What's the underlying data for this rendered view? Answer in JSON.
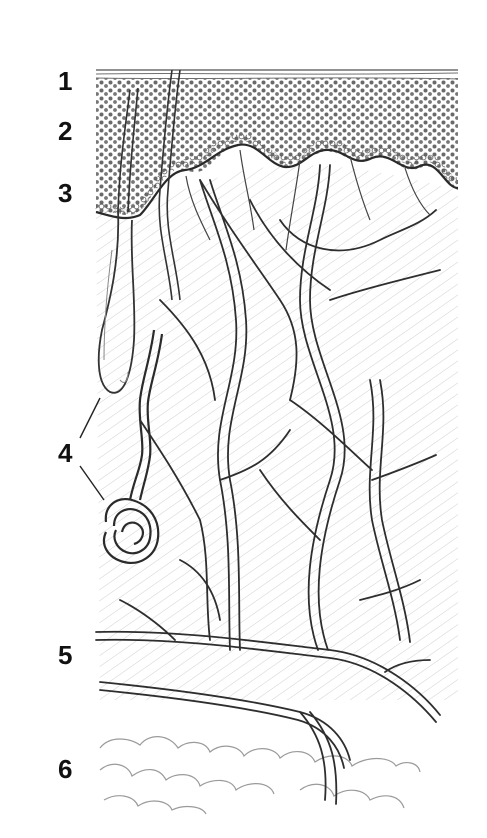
{
  "labels": {
    "l1": "1",
    "l2": "2",
    "l3": "3",
    "l4": "4",
    "l5": "5",
    "l6": "6"
  },
  "colors": {
    "ink": "#2a2a2a",
    "pencil": "#8c8c8c",
    "hatch": "#cfcfcf",
    "paper": "#ffffff"
  }
}
